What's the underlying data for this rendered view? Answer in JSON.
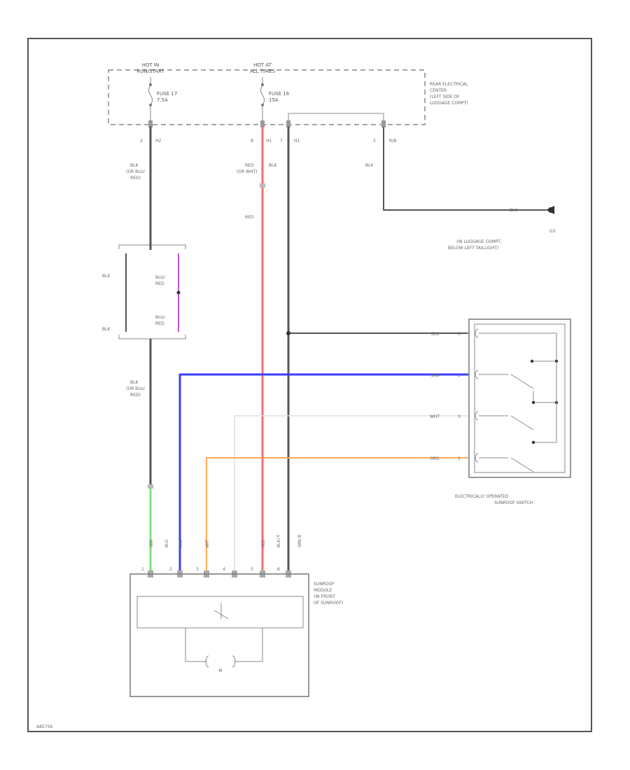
{
  "power_sources": {
    "hot_in_run_start": {
      "line1": "HOT IN",
      "line2": "RUN/START"
    },
    "hot_at_all_times": {
      "line1": "HOT AT",
      "line2": "ALL TIMES"
    }
  },
  "fuses": {
    "fuse_17": {
      "name": "FUSE 17",
      "rating": "7.5A"
    },
    "fuse_16": {
      "name": "FUSE 16",
      "rating": "15A"
    }
  },
  "rear_electrical_center": {
    "line1": "REAR ELECTRICAL",
    "line2": "CENTER",
    "line3": "(LEFT SIDE OF",
    "line4": "LUGGAGE COMPT)"
  },
  "rec_pins": {
    "p_left": {
      "num": "2",
      "conn": "H2"
    },
    "p_mid": {
      "num": "8",
      "conn": "H1"
    },
    "p_mid2": {
      "num": "7",
      "conn": "H1"
    },
    "p_right": {
      "num": "2",
      "conn": "R/B"
    }
  },
  "wire_labels": {
    "left_top": {
      "line1": "BLK",
      "line2": "(OR BLU/",
      "line3": "RED)"
    },
    "red_top": {
      "line1": "RED",
      "line2": "(OR WHT)"
    },
    "red_main": "RED",
    "blk_mid": "BLK",
    "blk_right": "BLK",
    "ground_blk": "BLK",
    "splice_left_top": "BLK",
    "splice_left_bot": "BLK",
    "splice_right_top": {
      "line1": "BLU/",
      "line2": "RED"
    },
    "splice_right_bot": {
      "line1": "BLU/",
      "line2": "RED"
    },
    "left_bottom": {
      "line1": "BLK",
      "line2": "(OR BLU/",
      "line3": "RED)"
    }
  },
  "ground": {
    "id": "G3",
    "line1": "(IN LUGGAGE COMPT,",
    "line2": "BELOW LEFT TAILLIGHT)"
  },
  "switch": {
    "label_line1": "ELECTRICALLY OPERATED",
    "label_line2": "SUNROOF SWITCH",
    "inputs": [
      {
        "wire": "BLK",
        "pin": "4"
      },
      {
        "wire": "BLU",
        "pin": "2"
      },
      {
        "wire": "WHT",
        "pin": "3"
      },
      {
        "wire": "ORG",
        "pin": "1"
      }
    ]
  },
  "module": {
    "label_line1": "SUNROOF",
    "label_line2": "MODULE",
    "label_line3": "(IN FRONT",
    "label_line4": "OF SUNROOF)",
    "pins": [
      "1",
      "2",
      "3",
      "4",
      "5",
      "6"
    ],
    "wire_codes": [
      "GRN",
      "BLU",
      "ORG",
      "WHT",
      "RED",
      "BLK/Y",
      "GRN/B"
    ],
    "motor": "M"
  },
  "figure_id": "A85756",
  "colors": {
    "frame": "#555555",
    "wire_black": "#555555",
    "wire_red": "#ff6a6a",
    "wire_blue": "#3c3cff",
    "wire_orange": "#ffaa55",
    "wire_white": "#dddddd",
    "wire_green": "#7ee07e",
    "wire_purple": "#cc55cc"
  }
}
